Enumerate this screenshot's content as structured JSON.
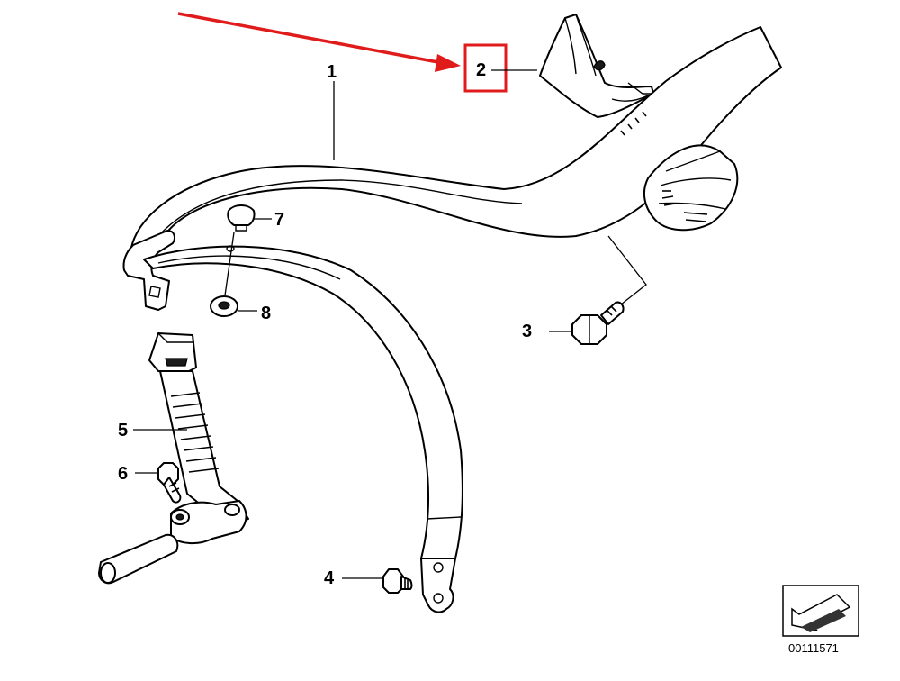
{
  "diagram": {
    "callouts": {
      "c1": "1",
      "c2": "2",
      "c3": "3",
      "c4": "4",
      "c5": "5",
      "c6": "6",
      "c7": "7",
      "c8": "8"
    },
    "highlighted_callout": "2",
    "diagram_code": "00111571",
    "colors": {
      "highlight": "#e01b1b",
      "line": "#000000",
      "background": "#ffffff"
    }
  }
}
